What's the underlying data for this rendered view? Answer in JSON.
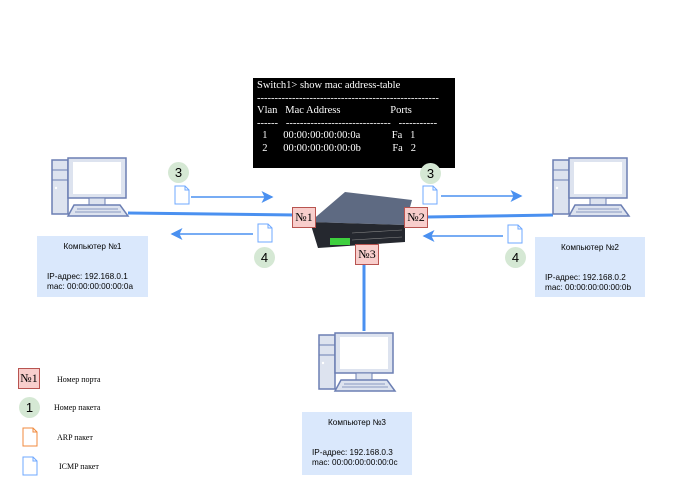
{
  "terminal": {
    "prompt": "Switch1> show mac address-table",
    "separator1": "----------------------------------------------------",
    "header": "Vlan   Mac Address                   Ports",
    "separator2": "------   ------------------------------   -----------",
    "rows": [
      {
        "line": "  1      00:00:00:00:00:0a            Fa   1"
      },
      {
        "line": "  2      00:00:00:00:00:0b            Fa   2"
      }
    ]
  },
  "computers": [
    {
      "title": "Компьютер №1",
      "ip": "IP-адрес: 192.168.0.1",
      "mac": "mac: 00:00:00:00:00:0a"
    },
    {
      "title": "Компьютер №2",
      "ip": "IP-адрес: 192.168.0.2",
      "mac": "mac: 00:00:00:00:00:0b"
    },
    {
      "title": "Компьютер №3",
      "ip": "IP-адрес: 192.168.0.3",
      "mac": "mac: 00:00:00:00:00:0c"
    }
  ],
  "ports": [
    "№1",
    "№2",
    "№3"
  ],
  "packets": {
    "left_out": "3",
    "left_in": "4",
    "right_in": "3",
    "right_out": "4"
  },
  "legend": {
    "port_sample": "№1",
    "port_label": "Номер порта",
    "packet_sample": "1",
    "packet_label": "Номер пакета",
    "arp_label": "ARP пакет",
    "icmp_label": "ICMP пакет"
  },
  "colors": {
    "link": "#4a90f0",
    "box": "#dae8fc",
    "port": "#f8cecc",
    "badge": "#d5e8d4",
    "arp": "#f08a3c",
    "icmp": "#6fa8ff"
  }
}
